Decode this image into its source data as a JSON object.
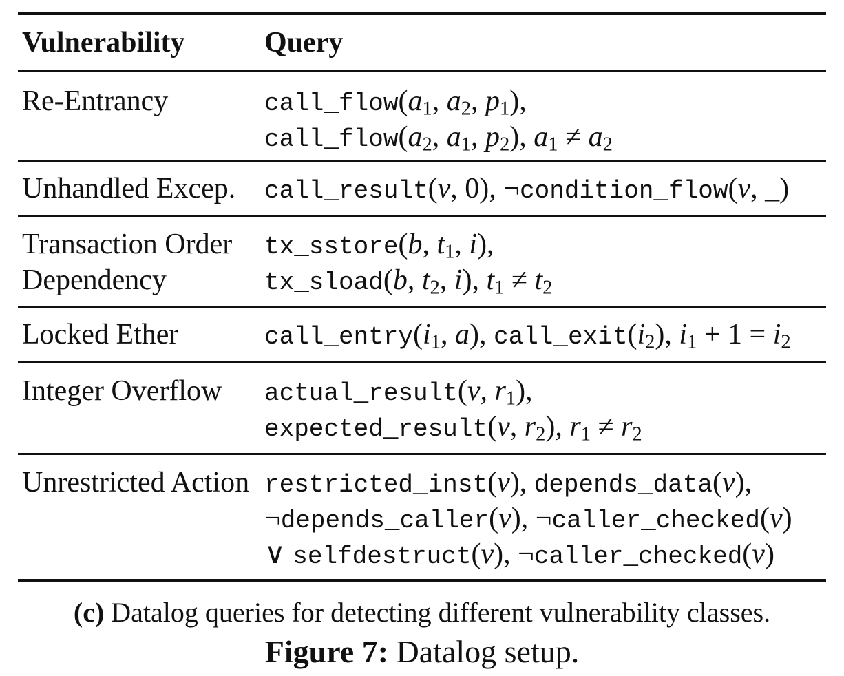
{
  "header": {
    "vulnerability": "Vulnerability",
    "query": "Query"
  },
  "rows": [
    {
      "name": [
        "Re-Entrancy"
      ]
    },
    {
      "name": [
        "Unhandled Excep."
      ]
    },
    {
      "name": [
        "Transaction Order",
        "Dependency"
      ]
    },
    {
      "name": [
        "Locked Ether"
      ]
    },
    {
      "name": [
        "Integer Overflow"
      ]
    },
    {
      "name": [
        "Unrestricted Action"
      ]
    }
  ],
  "predicates": {
    "call_flow": "call_flow",
    "call_result": "call_result",
    "condition_flow": "condition_flow",
    "tx_sstore": "tx_sstore",
    "tx_sload": "tx_sload",
    "call_entry": "call_entry",
    "call_exit": "call_exit",
    "actual_result": "actual_result",
    "expected_result": "expected_result",
    "restricted_inst": "restricted_inst",
    "depends_data": "depends_data",
    "depends_caller": "depends_caller",
    "caller_checked": "caller_checked",
    "selfdestruct": "selfdestruct"
  },
  "caption": {
    "sub_label": "(c)",
    "sub_text": " Datalog queries for detecting different vulnerability classes.",
    "figure_label": "Figure 7:",
    "figure_text": " Datalog setup."
  }
}
